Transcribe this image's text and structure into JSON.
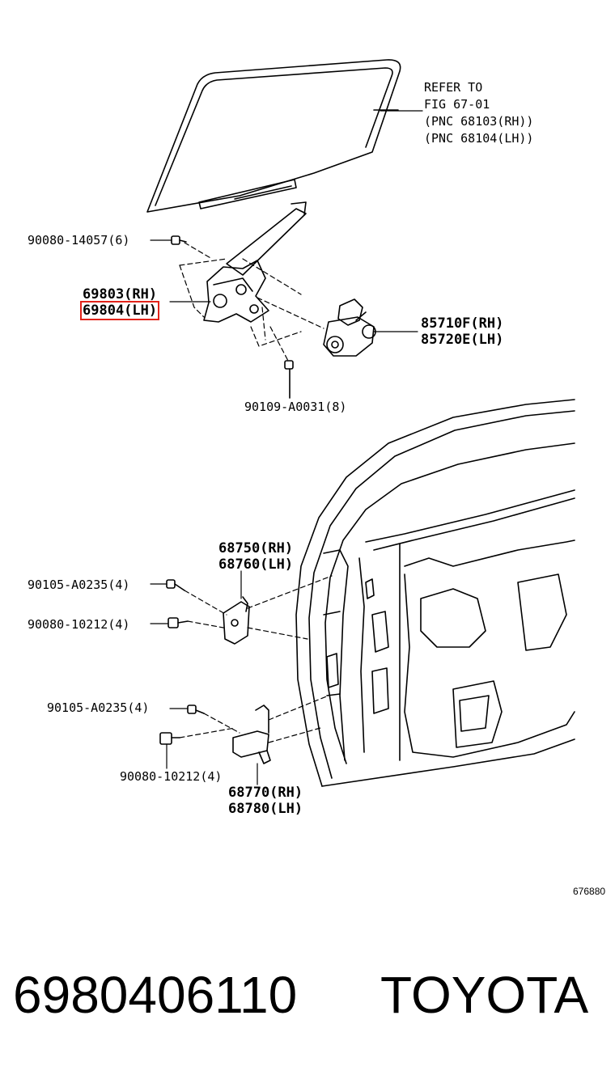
{
  "refer": {
    "line1": "REFER TO",
    "line2": "FIG 67-01",
    "line3": "(PNC 68103(RH))",
    "line4": "(PNC 68104(LH))"
  },
  "callouts": {
    "bolt_regulator": "90080-14057(6)",
    "regulator_rh": "69803(RH)",
    "regulator_lh": "69804(LH)",
    "motor_rh": "85710F(RH)",
    "motor_lh": "85720E(LH)",
    "screw_motor": "90109-A0031(8)",
    "upper_hinge_rh": "68750(RH)",
    "upper_hinge_lh": "68760(LH)",
    "bolt_upper_a": "90105-A0235(4)",
    "bolt_upper_b": "90080-10212(4)",
    "bolt_lower_a": "90105-A0235(4)",
    "bolt_lower_b": "90080-10212(4)",
    "lower_hinge_rh": "68770(RH)",
    "lower_hinge_lh": "68780(LH)"
  },
  "figure_id": "676880",
  "footer": {
    "part_number": "6980406110",
    "brand": "TOYOTA"
  },
  "colors": {
    "highlight": "#e2231a",
    "line": "#000000",
    "background": "#ffffff"
  }
}
